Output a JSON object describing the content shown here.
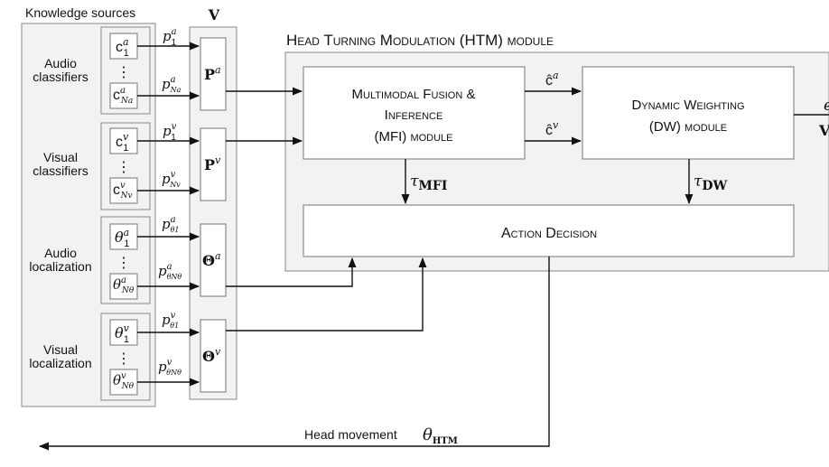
{
  "diagram": {
    "knowledge_sources": {
      "title": "Knowledge sources",
      "groups": [
        {
          "label_line1": "Audio",
          "label_line2": "classifiers",
          "top_symbol": "c",
          "top_sup": "a",
          "top_sub": "1",
          "dots": "⋮",
          "bottom_symbol": "c",
          "bottom_sup": "a",
          "bottom_sub": "Na",
          "p_top": "p",
          "p_top_sup": "a",
          "p_top_sub": "1",
          "p_bottom": "p",
          "p_bottom_sup": "a",
          "p_bottom_sub": "Na"
        },
        {
          "label_line1": "Visual",
          "label_line2": "classifiers",
          "top_symbol": "c",
          "top_sup": "v",
          "top_sub": "1",
          "dots": "⋮",
          "bottom_symbol": "c",
          "bottom_sup": "v",
          "bottom_sub": "Nv",
          "p_top": "p",
          "p_top_sup": "v",
          "p_top_sub": "1",
          "p_bottom": "p",
          "p_bottom_sup": "v",
          "p_bottom_sub": "Nv"
        },
        {
          "label_line1": "Audio",
          "label_line2": "localization",
          "top_symbol": "θ",
          "top_sup": "a",
          "top_sub": "1",
          "dots": "⋮",
          "bottom_symbol": "θ",
          "bottom_sup": "a",
          "bottom_sub": "Nθ",
          "p_top": "p",
          "p_top_sup": "a",
          "p_top_sub": "θ1",
          "p_bottom": "p",
          "p_bottom_sup": "a",
          "p_bottom_sub": "θNθ"
        },
        {
          "label_line1": "Visual",
          "label_line2": "localization",
          "top_symbol": "θ",
          "top_sup": "v",
          "top_sub": "1",
          "dots": "⋮",
          "bottom_symbol": "θ",
          "bottom_sup": "v",
          "bottom_sub": "Nθ",
          "p_top": "p",
          "p_top_sup": "v",
          "p_top_sub": "θ1",
          "p_bottom": "p",
          "p_bottom_sup": "v",
          "p_bottom_sub": "θNθ"
        }
      ]
    },
    "v_label": "V",
    "vectors": [
      {
        "symbol": "P",
        "sup": "a"
      },
      {
        "symbol": "P",
        "sup": "v"
      },
      {
        "symbol": "Θ",
        "sup": "a"
      },
      {
        "symbol": "Θ",
        "sup": "v"
      }
    ],
    "htm": {
      "title": "Head Turning Modulation (HTM) module",
      "mfi_line1": "Multimodal Fusion &",
      "mfi_line2": "Inference",
      "mfi_line3": "(MFI) module",
      "dw_line1": "Dynamic Weighting",
      "dw_line2": "(DW) module",
      "action": "Action Decision",
      "c_hat_a": "ĉ",
      "c_hat_a_sup": "a",
      "c_hat_v": "ĉ",
      "c_hat_v_sup": "v",
      "tau_mfi": "τ",
      "tau_mfi_sub": "MFI",
      "tau_dw": "τ",
      "tau_dw_sub": "DW",
      "out_top": "e",
      "out_bottom": "V"
    },
    "head_movement_label": "Head movement",
    "theta_htm": "θ",
    "theta_htm_sub": "HTM"
  }
}
